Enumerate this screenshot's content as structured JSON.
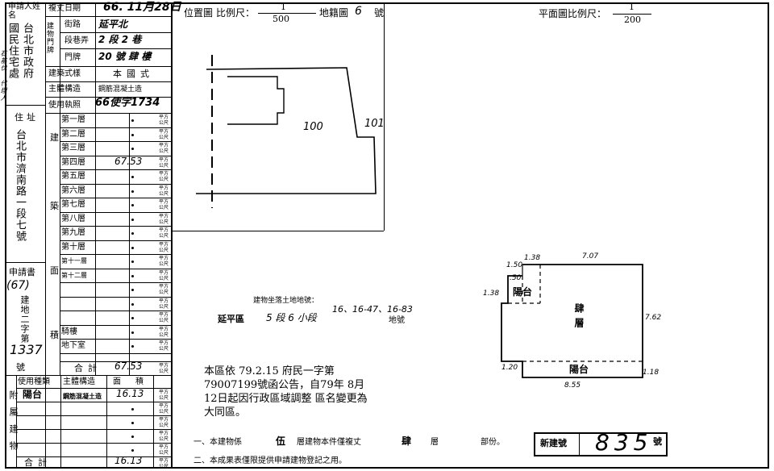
{
  "applicant": {
    "label": "申請人姓名",
    "name": "國民住宅處",
    "org": "台北市政府",
    "stamp": "石基伐 代理人"
  },
  "address": {
    "label": "住址",
    "value": "台北市濟南路一段七號"
  },
  "application": {
    "label": "申請書",
    "number": "(67)",
    "doc_code": "建地二字第",
    "doc_number": "1337",
    "suffix": "號"
  },
  "header": {
    "copy_date_label": "複丈日期",
    "copy_date": "66. 11月28日",
    "street_label": "街路",
    "street_value": "延平北",
    "section_label": "段巷弄",
    "section_value": "2 段 2 巷",
    "door_label": "門牌",
    "door_value": "20 號 肆 樓",
    "bldg_addr_label": "建物門牌",
    "street_suffix": "街路",
    "section_suffix": "弄",
    "door_suffix": "樓"
  },
  "building": {
    "style_label": "建築式樣",
    "style_value": "本國式",
    "structure_label": "主體構造",
    "structure_value": "鋼筋混凝土造",
    "license_label": "使用執照",
    "license_value": "66使字1734",
    "area_label": "建築面積",
    "floors": [
      {
        "label": "第一層",
        "value": "•"
      },
      {
        "label": "第二層",
        "value": "•"
      },
      {
        "label": "第三層",
        "value": "•"
      },
      {
        "label": "第四層",
        "value": "67.53"
      },
      {
        "label": "第五層",
        "value": "•"
      },
      {
        "label": "第六層",
        "value": "•"
      },
      {
        "label": "第七層",
        "value": "•"
      },
      {
        "label": "第八層",
        "value": "•"
      },
      {
        "label": "第九層",
        "value": "•"
      },
      {
        "label": "第十層",
        "value": "•"
      },
      {
        "label": "第十一層",
        "value": "•"
      },
      {
        "label": "第十二層",
        "value": "•"
      },
      {
        "label": "",
        "value": "•"
      },
      {
        "label": "",
        "value": "•"
      },
      {
        "label": "",
        "value": "•"
      },
      {
        "label": "騎樓",
        "value": "•"
      },
      {
        "label": "地下室",
        "value": "•"
      }
    ],
    "total_label": "合計",
    "total_value": "67.53",
    "unit": "平方公尺"
  },
  "attached": {
    "label": "附屬建物",
    "use_label": "使用種類",
    "structure_label": "主體構造",
    "area_label": "面積",
    "rows": [
      {
        "use": "陽台",
        "structure": "鋼筋混凝土造",
        "area": "16.13"
      },
      {
        "use": "",
        "structure": "",
        "area": "•"
      },
      {
        "use": "",
        "structure": "",
        "area": "•"
      },
      {
        "use": "",
        "structure": "",
        "area": "•"
      },
      {
        "use": "",
        "structure": "",
        "area": "•"
      }
    ],
    "total_label": "合計",
    "total_value": "16.13"
  },
  "location_map": {
    "title": "位置圖",
    "scale_label": "比例尺：",
    "scale_num": "1",
    "scale_den": "500",
    "cadastral_label": "地籍圖",
    "cadastral_value": "6",
    "number_suffix": "號",
    "lot_a": "100",
    "lot_b": "101"
  },
  "floor_plan": {
    "scale_label": "平面圖比例尺：",
    "scale_num": "1",
    "scale_den": "200",
    "dims": {
      "top_left": "1.38",
      "top_main": "7.07",
      "step_a": "1.50",
      "step_b": ".50",
      "side_left": "1.38",
      "right": "7.62",
      "bottom_left": "1.20",
      "bottom_right": "1.18",
      "bottom": "8.55"
    },
    "balcony_label": "陽台",
    "floor_label": "肆層"
  },
  "land": {
    "title": "建物坐落土地地號：",
    "district": "延平區",
    "section": "5 段 6 小段",
    "numbers": "16、16-47、16-83",
    "suffix": "地號"
  },
  "notice": "本區依 79.2.15 府民一字第 79007199號函公告，自79年 8月12日起因行政區域調整 區名變更為大同區。",
  "footer": {
    "line1_prefix": "一、本建物係",
    "line1_floors": "伍",
    "line1_mid": "層建物本件僅複丈",
    "line1_floor": "肆",
    "line1_end": "層",
    "line1_tail": "部份。",
    "line2": "二、本成果表僅限提供申請建物登記之用。",
    "new_bldg_label": "新建號",
    "new_bldg_number": "835",
    "new_bldg_suffix": "號"
  }
}
